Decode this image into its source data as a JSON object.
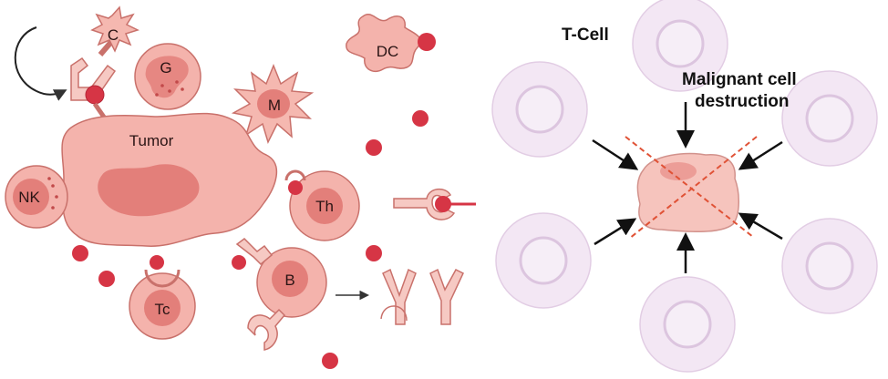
{
  "colors": {
    "cell_fill": "#f4b3ac",
    "cell_stroke": "#c9716b",
    "nucleus": "#e37f7a",
    "antigen": "#d63545",
    "tcell_fill": "#f3e7f4",
    "tcell_stroke": "#e2cde4",
    "tcell_inner": "#e9d5ea",
    "cross": "#e05236",
    "arrow": "#111111"
  },
  "left_panel": {
    "labels": {
      "complement": "C",
      "granulocyte": "G",
      "dendritic_cell": "DC",
      "macrophage": "M",
      "tumor": "Tumor",
      "natural_killer": "NK",
      "helper_t": "Th",
      "b_cell": "B",
      "cytotoxic_t": "Tc"
    }
  },
  "right_panel": {
    "tcell_label": "T-Cell",
    "destruction_label_line1": "Malignant cell",
    "destruction_label_line2": "destruction"
  }
}
